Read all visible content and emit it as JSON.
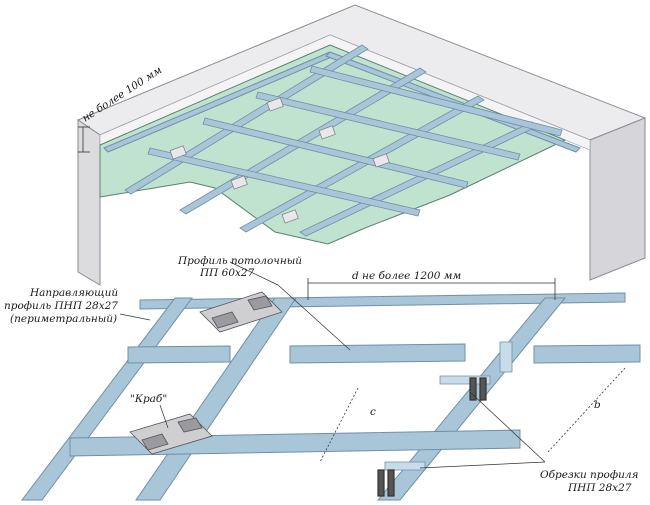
{
  "labels": {
    "max_100": "не более 100 мм",
    "ceiling_profile_line1": "Профиль потолочный",
    "ceiling_profile_line2": "ПП 60x27",
    "guide_line1": "Направляющий",
    "guide_line2": "профиль ПНП 28x27",
    "guide_line3": "(периметральный)",
    "d_max_1200": "d не более 1200 мм",
    "crab": "\"Краб\"",
    "dim_c": "c",
    "dim_b": "b",
    "offcuts_line1": "Обрезки профиля",
    "offcuts_line2": "ПНП 28x27"
  },
  "colors": {
    "wall": "#e7e7e9",
    "wall_edge": "#8a8a92",
    "drywall": "#bfe3cf",
    "profile": "#a9c6d9",
    "profile_dark": "#6f8fa8",
    "crab": "#c9c9cc"
  }
}
